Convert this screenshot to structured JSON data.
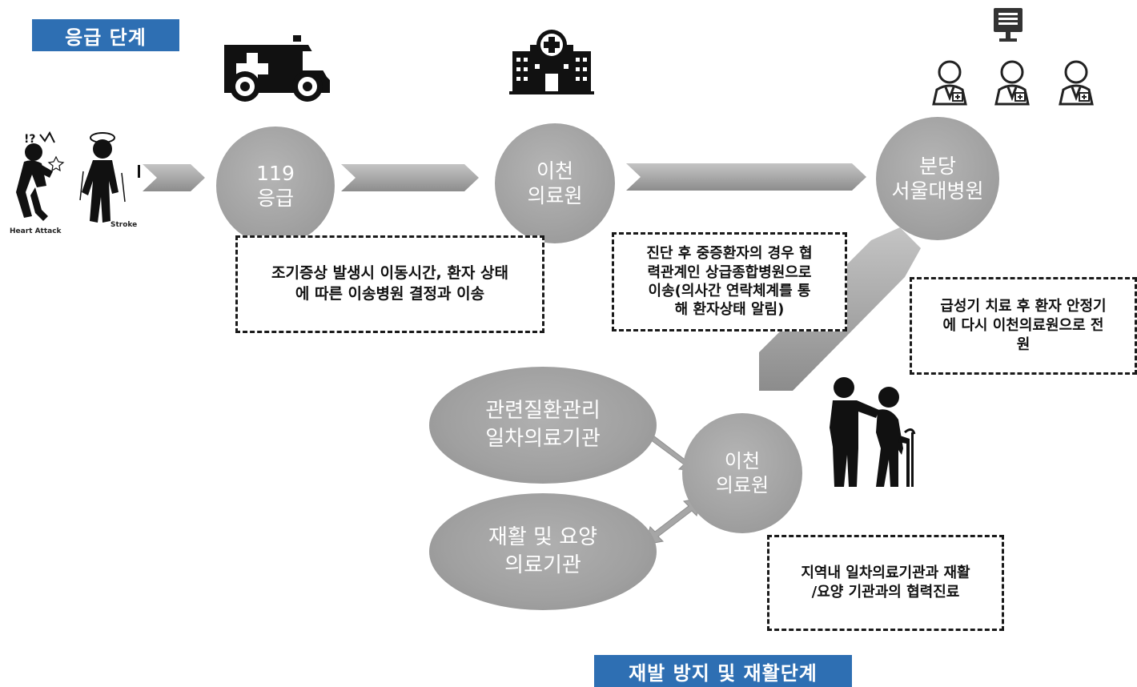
{
  "stages": {
    "emergency": "응급 단계",
    "rehab": "재발 방지 및 재활단계"
  },
  "figure_labels": {
    "heart_attack": "Heart Attack",
    "stroke": "Stroke"
  },
  "nodes": {
    "n119": {
      "line1": "119",
      "line2": "응급"
    },
    "icheon_top": {
      "line1": "이천",
      "line2": "의료원"
    },
    "bundang": {
      "line1": "분당",
      "line2": "서울대병원"
    },
    "icheon_bottom": {
      "line1": "이천",
      "line2": "의료원"
    },
    "primary": {
      "line1": "관련질환관리",
      "line2": "일차의료기관"
    },
    "rehab_care": {
      "line1": "재활 및 요양",
      "line2": "의료기관"
    }
  },
  "notes": {
    "transport": [
      "조기증상 발생시 이동시간, 환자 상태",
      "에 따른 이송병원 결정과 이송"
    ],
    "referral": [
      "진단 후 중증환자의 경우 협",
      "력관계인 상급종합병원으로",
      "이송(의사간 연락체계를 통",
      "해 환자상태 알림)"
    ],
    "return": [
      "급성기 치료 후 환자 안정기",
      "에 다시 이천의료원으로 전",
      "원"
    ],
    "regional": [
      "지역내 일차의료기관과 재활",
      "/요양 기관과의 협력진료"
    ]
  },
  "icons": [
    "ambulance-icon",
    "hospital-icon",
    "monitor-icon",
    "doctor-icon",
    "heart-attack-figure-icon",
    "stroke-figure-icon",
    "elderly-care-icon"
  ],
  "colors": {
    "banner": "#2e6fb3",
    "node": "#a3a3a3",
    "arrow": "#a6a6a6"
  }
}
